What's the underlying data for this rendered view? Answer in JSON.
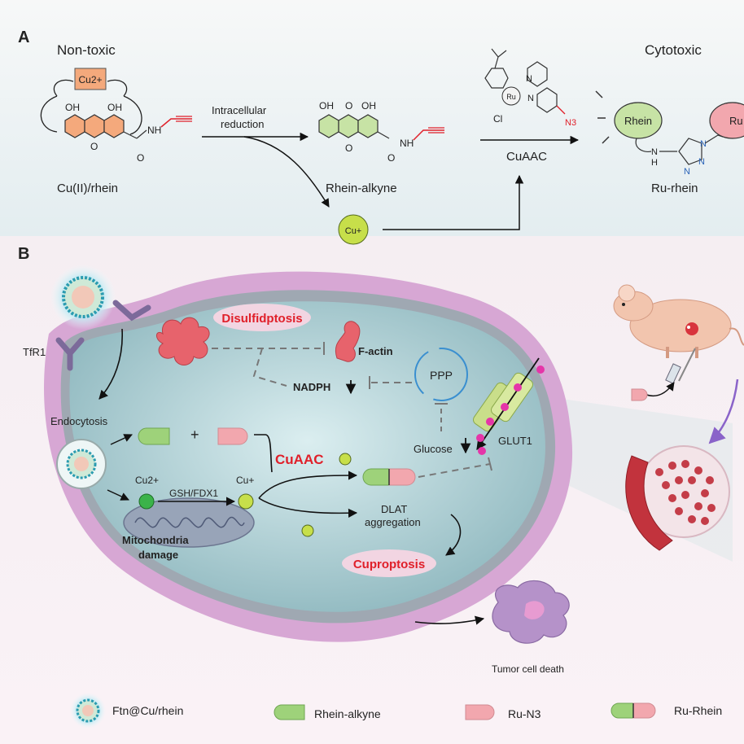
{
  "panel_a": {
    "letter": "A",
    "non_toxic": "Non-toxic",
    "cytotoxic": "Cytotoxic",
    "cu2_badge": "Cu2+",
    "oh": "OH",
    "o": "O",
    "nh": "NH",
    "n_label": "N",
    "h_label": "H",
    "n3": "N3",
    "ru": "Ru",
    "cl": "Cl",
    "cu_rhein": "Cu(II)/rhein",
    "rhein_alkyne": "Rhein-alkyne",
    "ru_rhein": "Ru-rhein",
    "intracellular": "Intracellular",
    "reduction": "reduction",
    "cuaac": "CuAAC",
    "cu_plus": "Cu+",
    "rhein_bubble": "Rhein",
    "ru_bubble": "Ru"
  },
  "panel_b": {
    "letter": "B",
    "tfr1": "TfR1",
    "endocytosis": "Endocytosis",
    "disulfidptosis": "Disulfidptosis",
    "f_actin": "F-actin",
    "nadph": "NADPH",
    "ppp": "PPP",
    "glucose": "Glucose",
    "glut1": "GLUT1",
    "plus": "+",
    "cuaac": "CuAAC",
    "cu2": "Cu2+",
    "cu_plus": "Cu+",
    "gsh_fdx1": "GSH/FDX1",
    "mito_line1": "Mitochondria",
    "mito_line2": "damage",
    "dlat_line1": "DLAT",
    "dlat_line2": "aggregation",
    "cuproptosis": "Cuproptosis",
    "tumor_death": "Tumor cell death"
  },
  "legend": {
    "item1": "Ftn@Cu/rhein",
    "item2": "Rhein-alkyne",
    "item3": "Ru-N3",
    "item4": "Ru-Rhein"
  },
  "colors": {
    "rhein_green": "#9ed27a",
    "ru_pink": "#f2a7ae",
    "cu_plus": "#c7df4a",
    "cu2": "#3bb34a",
    "highlight_red": "#e0202a",
    "cell_fill": "#aacbd0",
    "membrane": "#c993c6"
  }
}
